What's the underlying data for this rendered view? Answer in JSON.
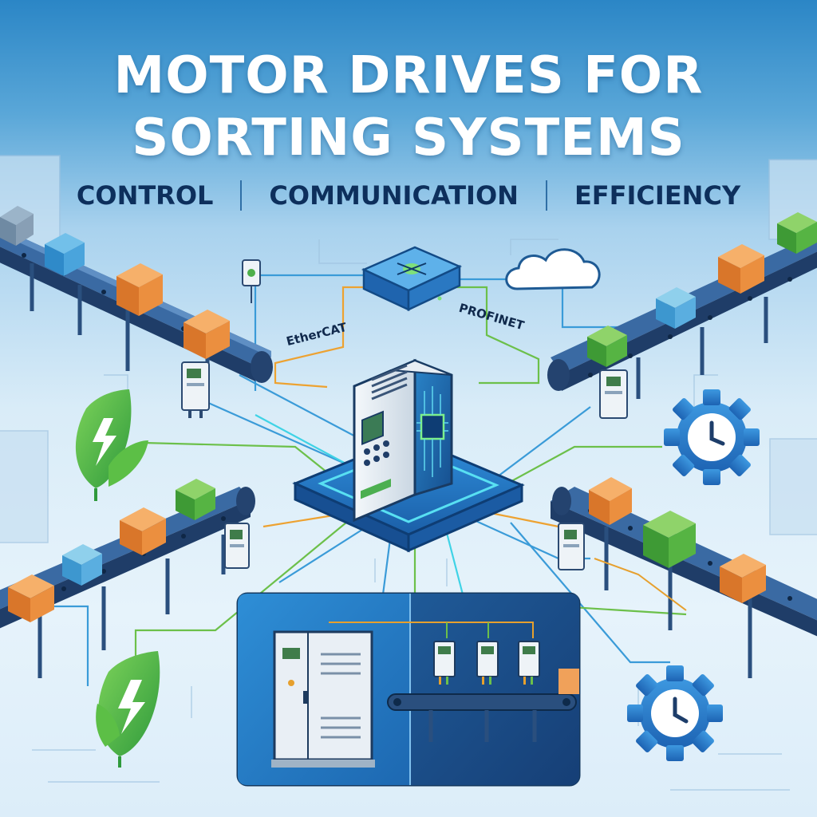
{
  "header": {
    "title_line1": "MOTOR DRIVES FOR",
    "title_line2": "SORTING SYSTEMS",
    "keywords": [
      "CONTROL",
      "COMMUNICATION",
      "EFFICIENCY"
    ]
  },
  "network": {
    "protocol_left": "EtherCAT",
    "protocol_right": "PROFINET"
  },
  "icons": [
    "network-switch-icon",
    "cloud-icon",
    "leaf-energy-icon",
    "gear-clock-icon",
    "sensor-icon",
    "motor-drive-icon",
    "chip-icon"
  ],
  "colors": {
    "title_text": "#ffffff",
    "keyword_text": "#0d2f5c",
    "box_orange": "#e9883a",
    "box_green": "#4daf4a",
    "box_blue": "#4a90c8",
    "conveyor_belt": "#253f66",
    "network_orange": "#eda231",
    "network_green": "#6cc04a",
    "network_blue": "#3a9bd8",
    "accent_cyan": "#3fd3e6"
  }
}
